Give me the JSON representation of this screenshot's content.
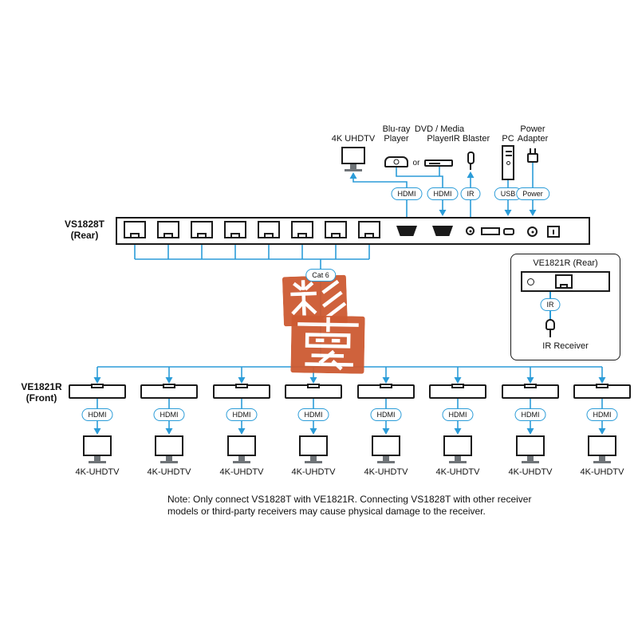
{
  "colors": {
    "line": "#2b9cd8",
    "stamp": "#cd5a32"
  },
  "transmitter_label": "VS1828T\n(Rear)",
  "top_devices": {
    "tv": "4K UHDTV",
    "bluray": "Blu-ray\nPlayer",
    "or": "or",
    "dvd": "DVD / Media\nPlayer",
    "ir_blaster": "IR Blaster",
    "pc": "PC",
    "power_adapter": "Power\nAdapter"
  },
  "port_pills": [
    "HDMI",
    "HDMI",
    "IR",
    "USB",
    "Power"
  ],
  "cat6": "Cat 6",
  "rear_box": {
    "title": "VE1821R (Rear)",
    "ir_pill": "IR",
    "ir_receiver": "IR Receiver"
  },
  "front_receiver_label": "VE1821R\n(Front)",
  "front_units": {
    "count": 8,
    "hdmi_pill": "HDMI",
    "tv_label": "4K-UHDTV"
  },
  "note": "Note: Only connect VS1828T with VE1821R. Connecting VS1828T with other receiver\nmodels or third-party receivers may cause physical damage to the receiver.",
  "watermark_text": "彩雲"
}
